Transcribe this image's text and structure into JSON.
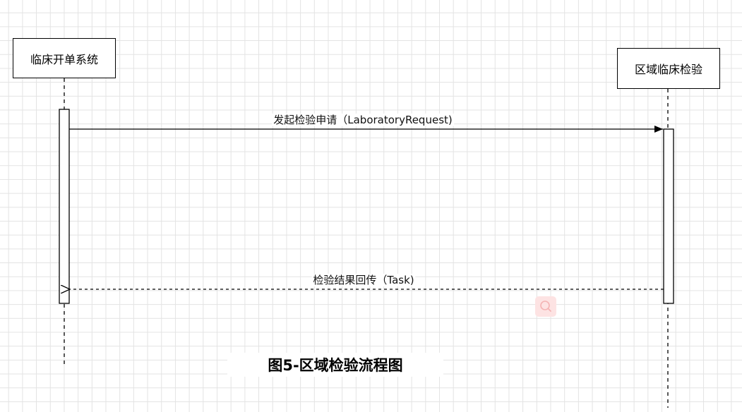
{
  "participants": [
    {
      "id": "ordering",
      "label": "临床开单系统"
    },
    {
      "id": "regional_lab",
      "label": "区域临床检验"
    }
  ],
  "messages": [
    {
      "from": "ordering",
      "to": "regional_lab",
      "label": "发起检验申请（LaboratoryRequest)",
      "style": "solid"
    },
    {
      "from": "regional_lab",
      "to": "ordering",
      "label": "检验结果回传（Task)",
      "style": "dashed"
    }
  ],
  "caption": "图5-区域检验流程图",
  "colors": {
    "line": "#000000",
    "grid": "#e3e3e3",
    "badge": "#fde3e3",
    "badge_icon": "#f4b4b4"
  },
  "icons": {
    "overlay": "magnifier-icon"
  }
}
